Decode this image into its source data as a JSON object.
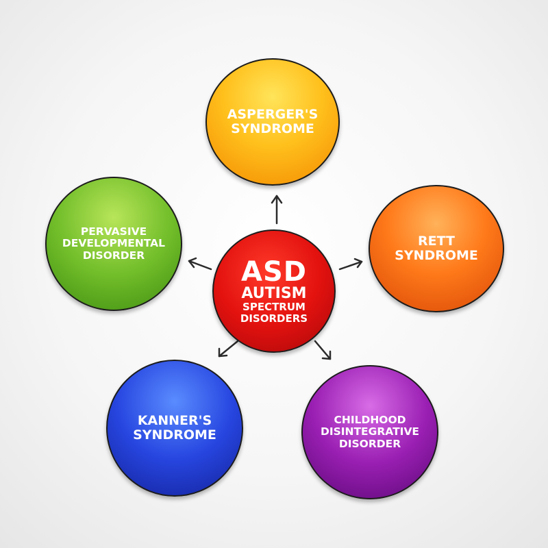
{
  "center": {
    "acronym": "ASD",
    "line1": "AUTISM",
    "line2": "SPECTRUM",
    "line3": "DISORDERS"
  },
  "nodes": {
    "top": {
      "line1": "ASPERGER'S",
      "line2": "SYNDROME"
    },
    "right": {
      "line1": "RETT",
      "line2": "SYNDROME"
    },
    "left": {
      "line1": "PERVASIVE",
      "line2": "DEVELOPMENTAL",
      "line3": "DISORDER"
    },
    "bottom_left": {
      "line1": "KANNER'S",
      "line2": "SYNDROME"
    },
    "bottom_right": {
      "line1": "CHILDHOOD",
      "line2": "DISINTEGRATIVE",
      "line3": "DISORDER"
    }
  },
  "colors": {
    "center": "#e3120f",
    "top": "#ffc01c",
    "right": "#ff7a1a",
    "left": "#72be2a",
    "bottom_left": "#2746e0",
    "bottom_right": "#9a1fb3",
    "outline": "#1c1c1c"
  }
}
